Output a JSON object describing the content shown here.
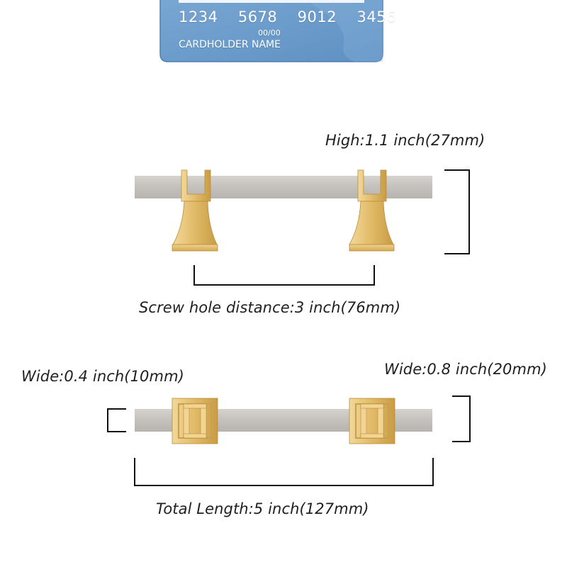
{
  "card": {
    "number_groups": [
      "1234",
      "5678",
      "9012",
      "3456"
    ],
    "expiry": "00/00",
    "holder": "CARDHOLDER NAME",
    "color": "#6f9fce"
  },
  "side_view": {
    "height_label": "High:1.1 inch(27mm)",
    "screw_hole_label": "Screw hole distance:3 inch(76mm)"
  },
  "top_view": {
    "bar_width_label": "Wide:0.4 inch(10mm)",
    "base_width_label": "Wide:0.8 inch(20mm)",
    "total_length_label": "Total Length:5 inch(127mm)"
  },
  "colors": {
    "bar": "#c9c6c1",
    "gold": "#e2bd6a",
    "dimension_line": "#111111"
  }
}
